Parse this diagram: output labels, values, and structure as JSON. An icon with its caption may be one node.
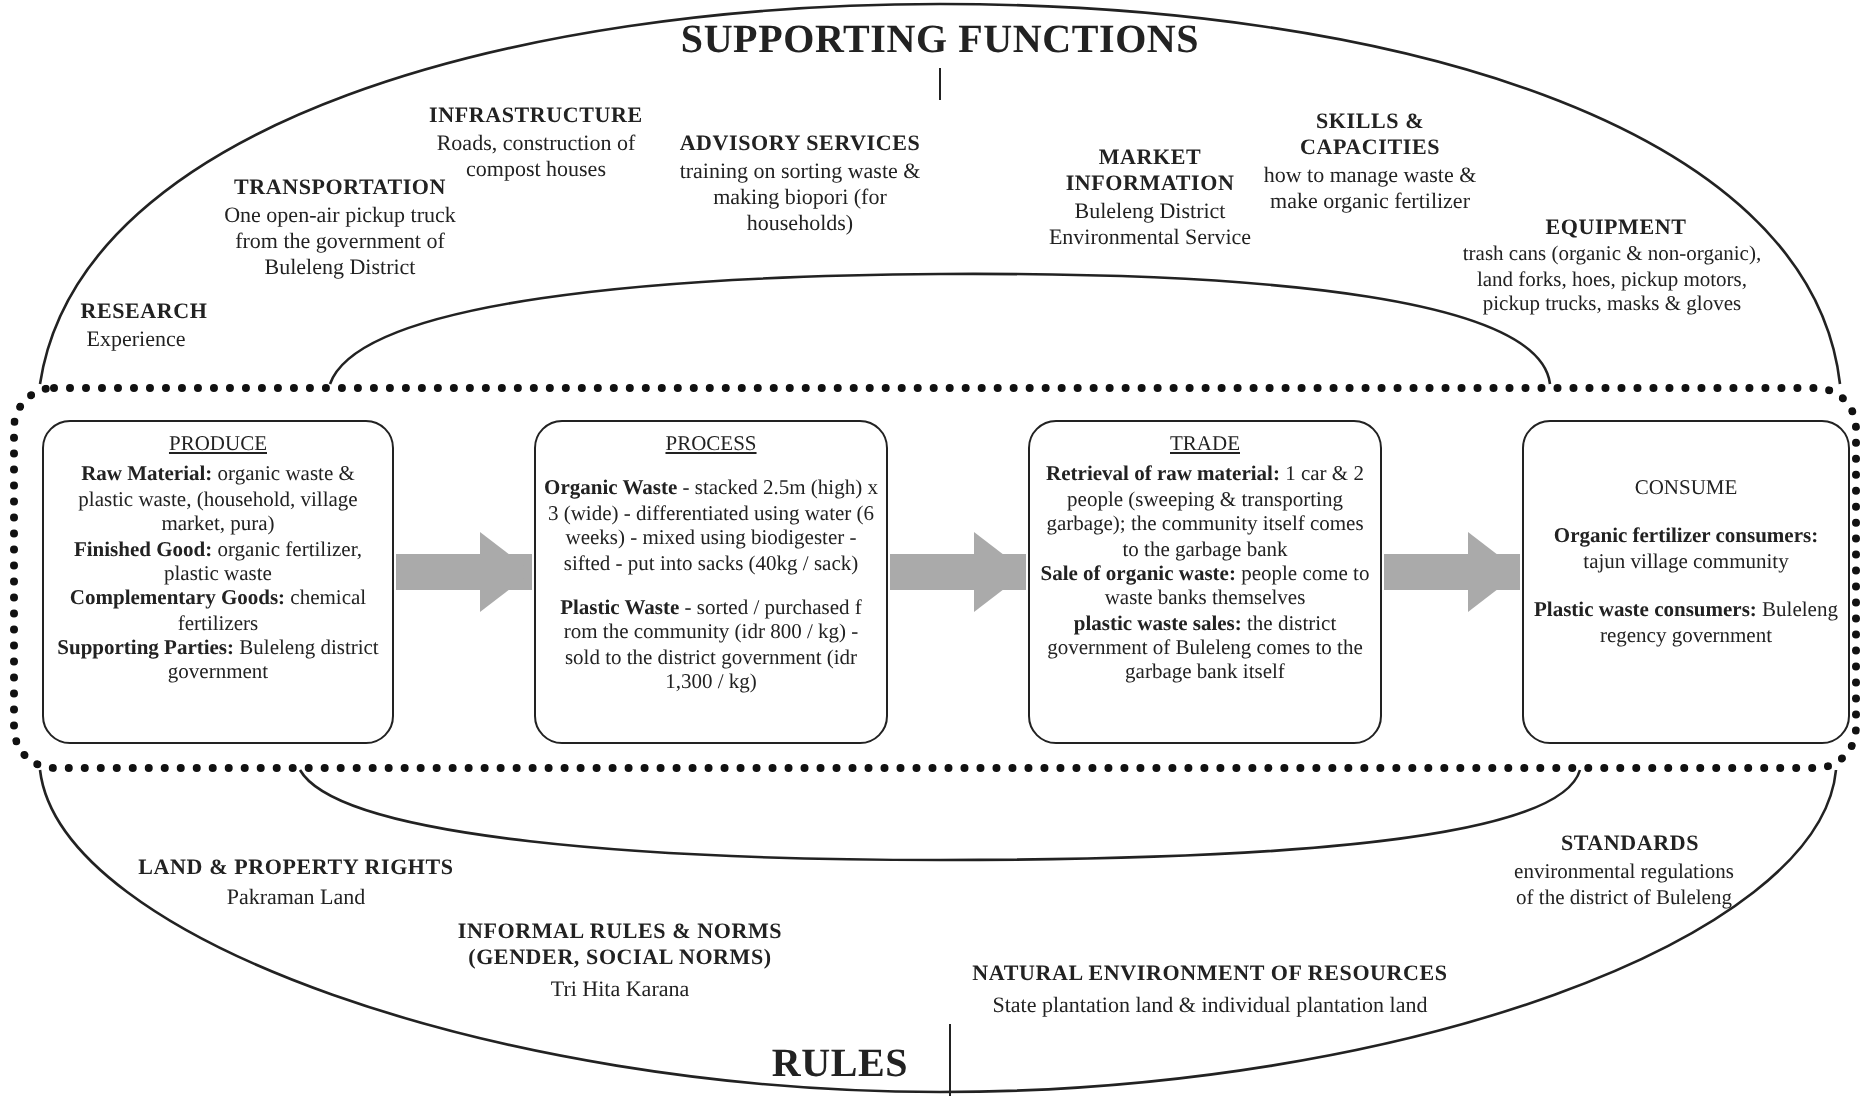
{
  "diagram": {
    "title": "SUPPORTING FUNCTIONS",
    "nodes": [
      {
        "text": [],
        "shape": "box"
      },
      {
        "text": [
          "PRODUCE",
          "**Raw Material:** organic waste & plastic waste, (household, village market, pura)",
          "**Finished Good:** organic fertilizer, plastic waste",
          "**Complementary Goods:** chemical fertilizers",
          "**Supporting Parties:** Buleleng district government"
        ],
        "in": 0
      },
      {
        "text": [
          "PROCESS",
          "**Organic Waste** - stacked 2.5m (high) x 3 (wide) - differentiated using water (6 weeks) - mixed using biodigester - sifted - put into sacks (40kg / sack)",
          "**Plastic Waste** - sorted / purchased f rom the community (idr 800 / kg) - sold to the district government (idr 1,300 / kg)"
        ],
        "in": 0
      },
      {
        "text": [
          "TRADE",
          "**Retrieval of raw material:** 1 car & 2 people (sweeping & transporting garbage); the community itself comes to the garbage bank",
          "**Sale of organic waste:** people come to waste banks themselves",
          "**plastic waste sales:** the district government of Buleleng comes to the garbage bank itself"
        ],
        "in": 0
      },
      {
        "text": [
          "CONSUME",
          "**Organic fertilizer consumers:** tajun village community",
          "**Plastic waste consumers:** Buleleng regency government"
        ],
        "in": 0
      }
    ],
    "edges": [
      {
        "from": 1,
        "to": 2,
        "arrow": "to"
      },
      {
        "from": 2,
        "to": 3,
        "arrow": "to"
      },
      {
        "from": 3,
        "to": 4,
        "arrow": "to"
      }
    ],
    "labels": [
      "INFRASTRUCTURE",
      "Roads, construction of compost houses",
      "ADVISORY SERVICES",
      "training on sorting waste & making biopori (for households)",
      "TRANSPORTATION",
      "One open-air pickup truck from the government of Buleleng District",
      "MARKET INFORMATION",
      "Buleleng District Environmental Service",
      "SKILLS & CAPACITIES",
      "how to manage waste & make organic fertilizer",
      "EQUIPMENT",
      "trash cans (organic & non-organic), land forks, hoes, pickup motors, pickup trucks, masks & gloves",
      "RESEARCH",
      "Experience",
      "LAND & PROPERTY RIGHTS",
      "Pakraman Land",
      "INFORMAL RULES & NORMS (GENDER, SOCIAL NORMS)",
      "Tri Hita Karana",
      "NATURAL ENVIRONMENT OF RESOURCES",
      "State plantation land & individual plantation land",
      "STANDARDS",
      "environmental regulations of the district of Buleleng",
      "RULES"
    ]
  }
}
